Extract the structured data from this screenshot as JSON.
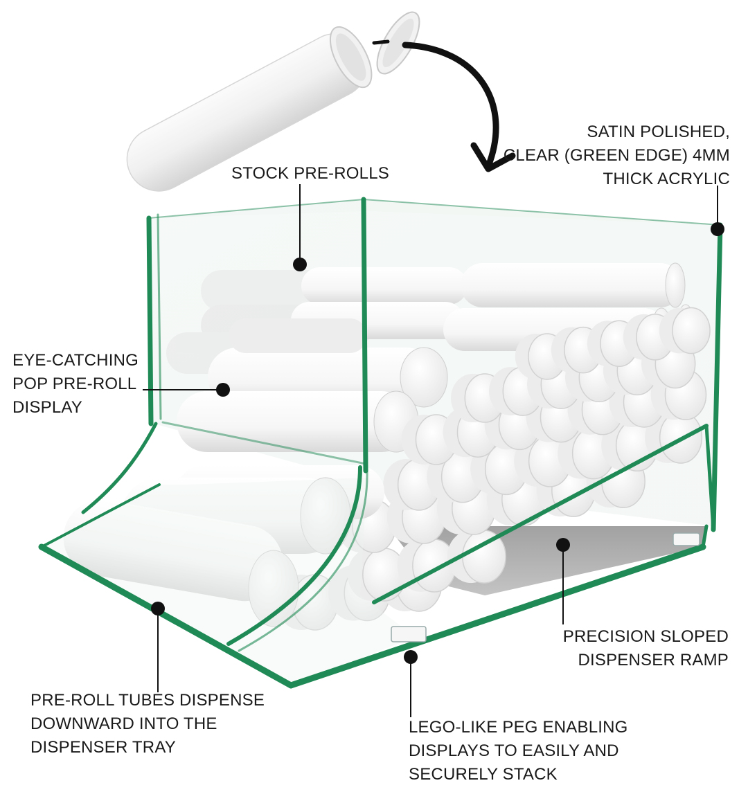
{
  "colors": {
    "acrylic_edge": "#1f8a55",
    "acrylic_glass": "#e9f2ee",
    "tube": "#ffffff",
    "tube_shade": "#dcdcdc",
    "leader": "#111111"
  },
  "callouts": {
    "stock": {
      "lines": [
        "STOCK PRE-ROLLS"
      ]
    },
    "satin": {
      "lines": [
        "SATIN POLISHED,",
        "CLEAR (GREEN EDGE) 4MM",
        "THICK ACRYLIC"
      ]
    },
    "eye": {
      "lines": [
        "EYE-CATCHING",
        "POP PRE-ROLL",
        "DISPLAY"
      ]
    },
    "ramp": {
      "lines": [
        "PRECISION SLOPED",
        "DISPENSER RAMP"
      ]
    },
    "tray": {
      "lines": [
        "PRE-ROLL TUBES DISPENSE",
        "DOWNWARD INTO THE",
        "DISPENSER TRAY"
      ]
    },
    "peg": {
      "lines": [
        "LEGO-LIKE PEG ENABLING",
        "DISPLAYS TO  EASILY AND",
        "SECURELY STACK"
      ]
    }
  }
}
